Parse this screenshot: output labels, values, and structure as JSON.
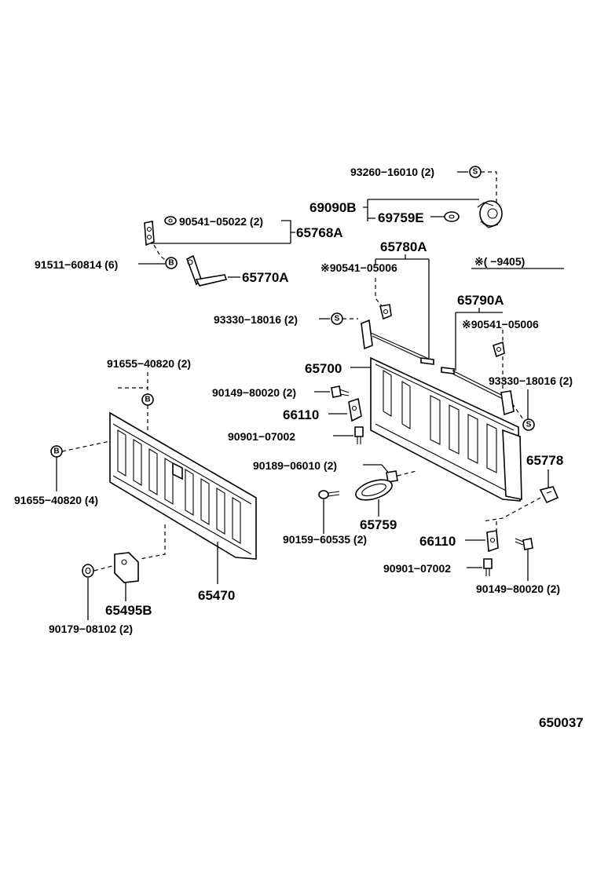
{
  "labels": {
    "p93260": "93260−16010 (2)",
    "p69090B": "69090B",
    "p69759E": "69759E",
    "p90541_05022": "90541−05022 (2)",
    "p65768A": "65768A",
    "p65780A": "65780A",
    "p91511": "91511−60814 (6)",
    "p65770A": "65770A",
    "p90541_05006a": "※90541−05006",
    "note9405": "※(        −9405)",
    "p65790A": "65790A",
    "p93330_a": "93330−18016 (2)",
    "p90541_05006b": "※90541−05006",
    "p91655_top": "91655−40820 (2)",
    "p65700": "65700",
    "p93330_b": "93330−18016 (2)",
    "p90149_a": "90149−80020 (2)",
    "p66110_a": "66110",
    "p90901_a": "90901−07002",
    "p90189": "90189−06010 (2)",
    "p65778": "65778",
    "p91655_left": "91655−40820 (4)",
    "p65759": "65759",
    "p90159": "90159−60535 (2)",
    "p66110_b": "66110",
    "p90901_b": "90901−07002",
    "p90149_b": "90149−80020 (2)",
    "p65470": "65470",
    "p65495B": "65495B",
    "p90179": "90179−08102 (2)",
    "catalog": "650037",
    "mark_s": "S",
    "mark_b": "B"
  }
}
